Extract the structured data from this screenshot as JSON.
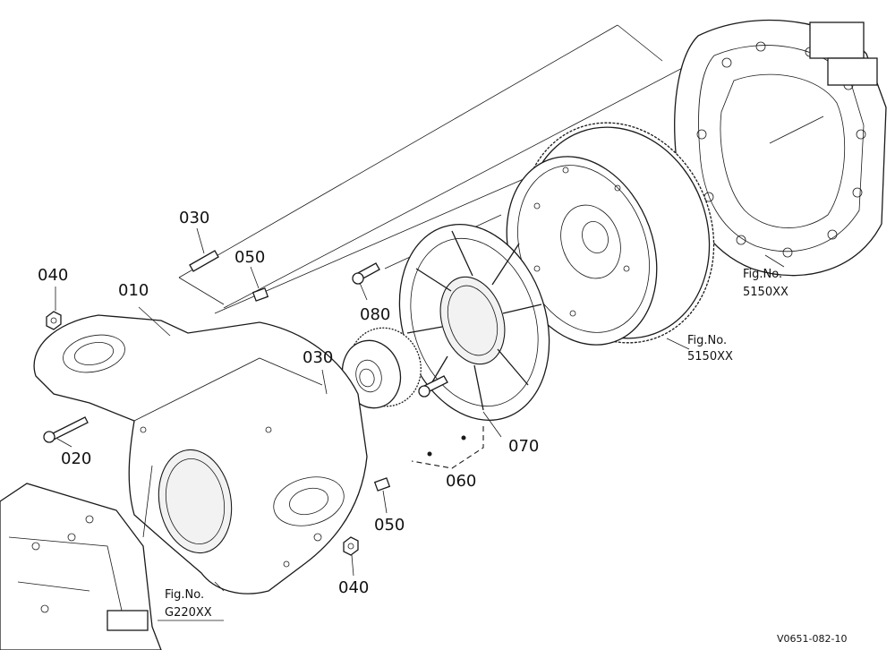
{
  "labels": {
    "p010": "010",
    "p020": "020",
    "p030_top": "030",
    "p030_mid": "030",
    "p040_left": "040",
    "p040_bottom": "040",
    "p050_top": "050",
    "p050_bottom": "050",
    "p060": "060",
    "p070": "070",
    "p080": "080"
  },
  "figure_refs": {
    "housing_ref_prefix": "Fig.No.",
    "housing_ref_no": "5150XX",
    "flywheel_ref_prefix": "Fig.No.",
    "flywheel_ref_no": "5150XX",
    "transmission_ref_prefix": "Fig.No.",
    "transmission_ref_no": "G220XX"
  },
  "drawing_id": "V0651-082-10"
}
